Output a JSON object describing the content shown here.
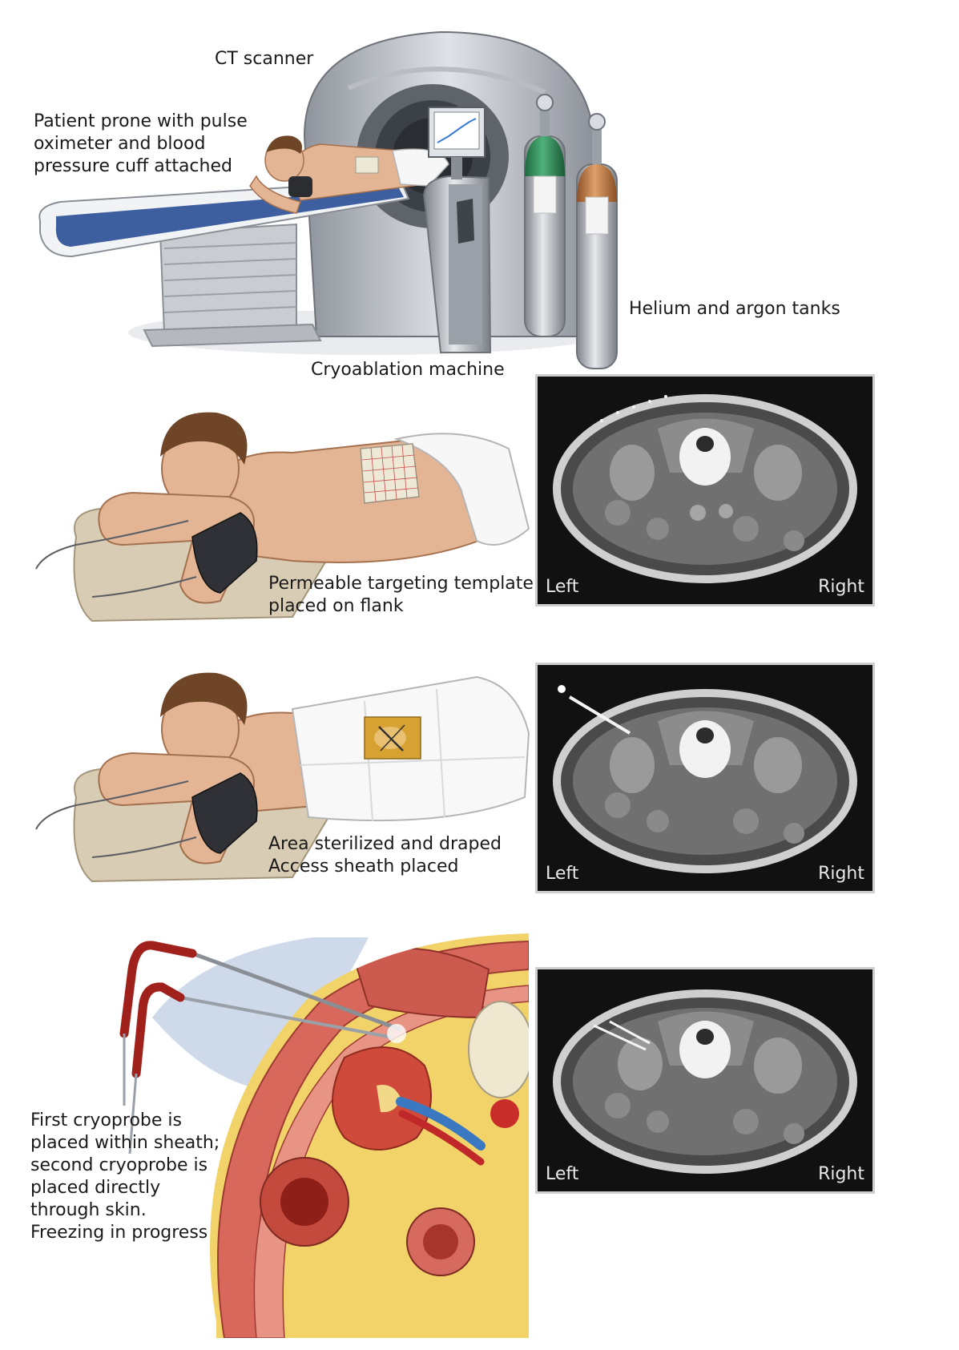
{
  "labels": {
    "ct_scanner": "CT scanner",
    "patient_prone": "Patient prone with pulse\noximeter and blood\npressure cuff attached",
    "tanks": "Helium and argon tanks",
    "machine": "Cryoablation machine",
    "template": "Permeable targeting template\nplaced on flank",
    "sterilized": "Area sterilized and draped\nAccess sheath placed",
    "cryoprobe": "First cryoprobe is\nplaced within sheath;\nsecond cryoprobe is\nplaced directly\nthrough skin.\nFreezing in progress"
  },
  "ct_scans": [
    {
      "left": "Left",
      "right": "Right"
    },
    {
      "left": "Left",
      "right": "Right"
    },
    {
      "left": "Left",
      "right": "Right"
    }
  ],
  "colors": {
    "table_blue": "#3d5fa0",
    "tank_green": "#2e8a55",
    "tank_copper": "#c07a45",
    "skin": "#e3b595",
    "hair": "#6e4527",
    "blood_red": "#b0201b",
    "fat_yellow": "#f1d36a"
  }
}
